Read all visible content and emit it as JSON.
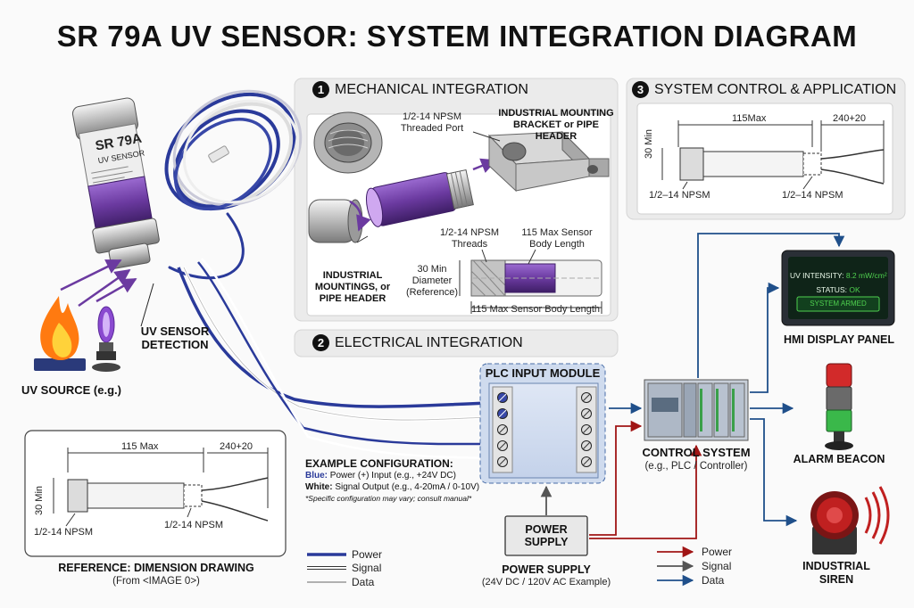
{
  "title": "SR 79A UV SENSOR: SYSTEM INTEGRATION DIAGRAM",
  "sensor": {
    "model": "SR 79A",
    "sub": "UV SENSOR"
  },
  "source": {
    "label": "UV SOURCE (e.g.)",
    "detection": "UV SENSOR DETECTION"
  },
  "mech": {
    "num": "1",
    "title": "MECHANICAL INTEGRATION",
    "port": "1/2-14 NPSM Threaded Port",
    "bracket": "INDUSTRIAL MOUNTING BRACKET or PIPE HEADER",
    "threads": "1/2-14 NPSM Threads",
    "body": "115 Max Sensor Body Length",
    "diam": "30 Min Diameter (Reference)",
    "mountings": "INDUSTRIAL MOUNTINGS, or PIPE HEADER",
    "bottom": "115 Max Sensor Body Length"
  },
  "sys": {
    "num": "3",
    "title": "SYSTEM CONTROL & APPLICATION"
  },
  "elec": {
    "num": "2",
    "title": "ELECTRICAL INTEGRATION"
  },
  "dims": {
    "len": "115Max",
    "len2": "115 Max",
    "wire": "240+20",
    "dia": "30 Min",
    "thread": "1/2–14 NPSM",
    "thread2": "1/2-14 NPSM"
  },
  "plc": {
    "title": "PLC INPUT MODULE"
  },
  "config": {
    "title": "EXAMPLE CONFIGURATION:",
    "blue_key": "Blue:",
    "blue": "Power (+) Input (e.g., +24V DC)",
    "white_key": "White:",
    "white": "Signal Output (e.g., 4-20mA / 0-10V)",
    "note": "*Specific configuration may vary; consult manual*"
  },
  "control": {
    "title": "CONTROL SYSTEM",
    "sub": "(e.g., PLC / Controller)"
  },
  "hmi": {
    "intensity_label": "UV INTENSITY:",
    "intensity_value": "8.2 mW/cm²",
    "status_label": "STATUS:",
    "status_value": "OK",
    "armed": "SYSTEM ARMED",
    "label": "HMI DISPLAY PANEL"
  },
  "beacon": {
    "label": "ALARM BEACON"
  },
  "siren": {
    "label": "INDUSTRIAL SIREN"
  },
  "power": {
    "box": "POWER SUPPLY",
    "title": "POWER SUPPLY",
    "sub": "(24V DC / 120V AC Example)"
  },
  "legend1": [
    "Power",
    "Signal",
    "Data"
  ],
  "legend2": [
    "Power",
    "Signal",
    "Data"
  ],
  "ref": {
    "title": "REFERENCE: DIMENSION DRAWING",
    "sub": "(From <IMAGE 0>)"
  },
  "colors": {
    "power": "#2a3a9a",
    "signal_dark": "#333333",
    "red": "#a01515",
    "data": "#1f4f8a",
    "purple": "#6b3aa0",
    "hmi_green": "#4fd04f"
  }
}
